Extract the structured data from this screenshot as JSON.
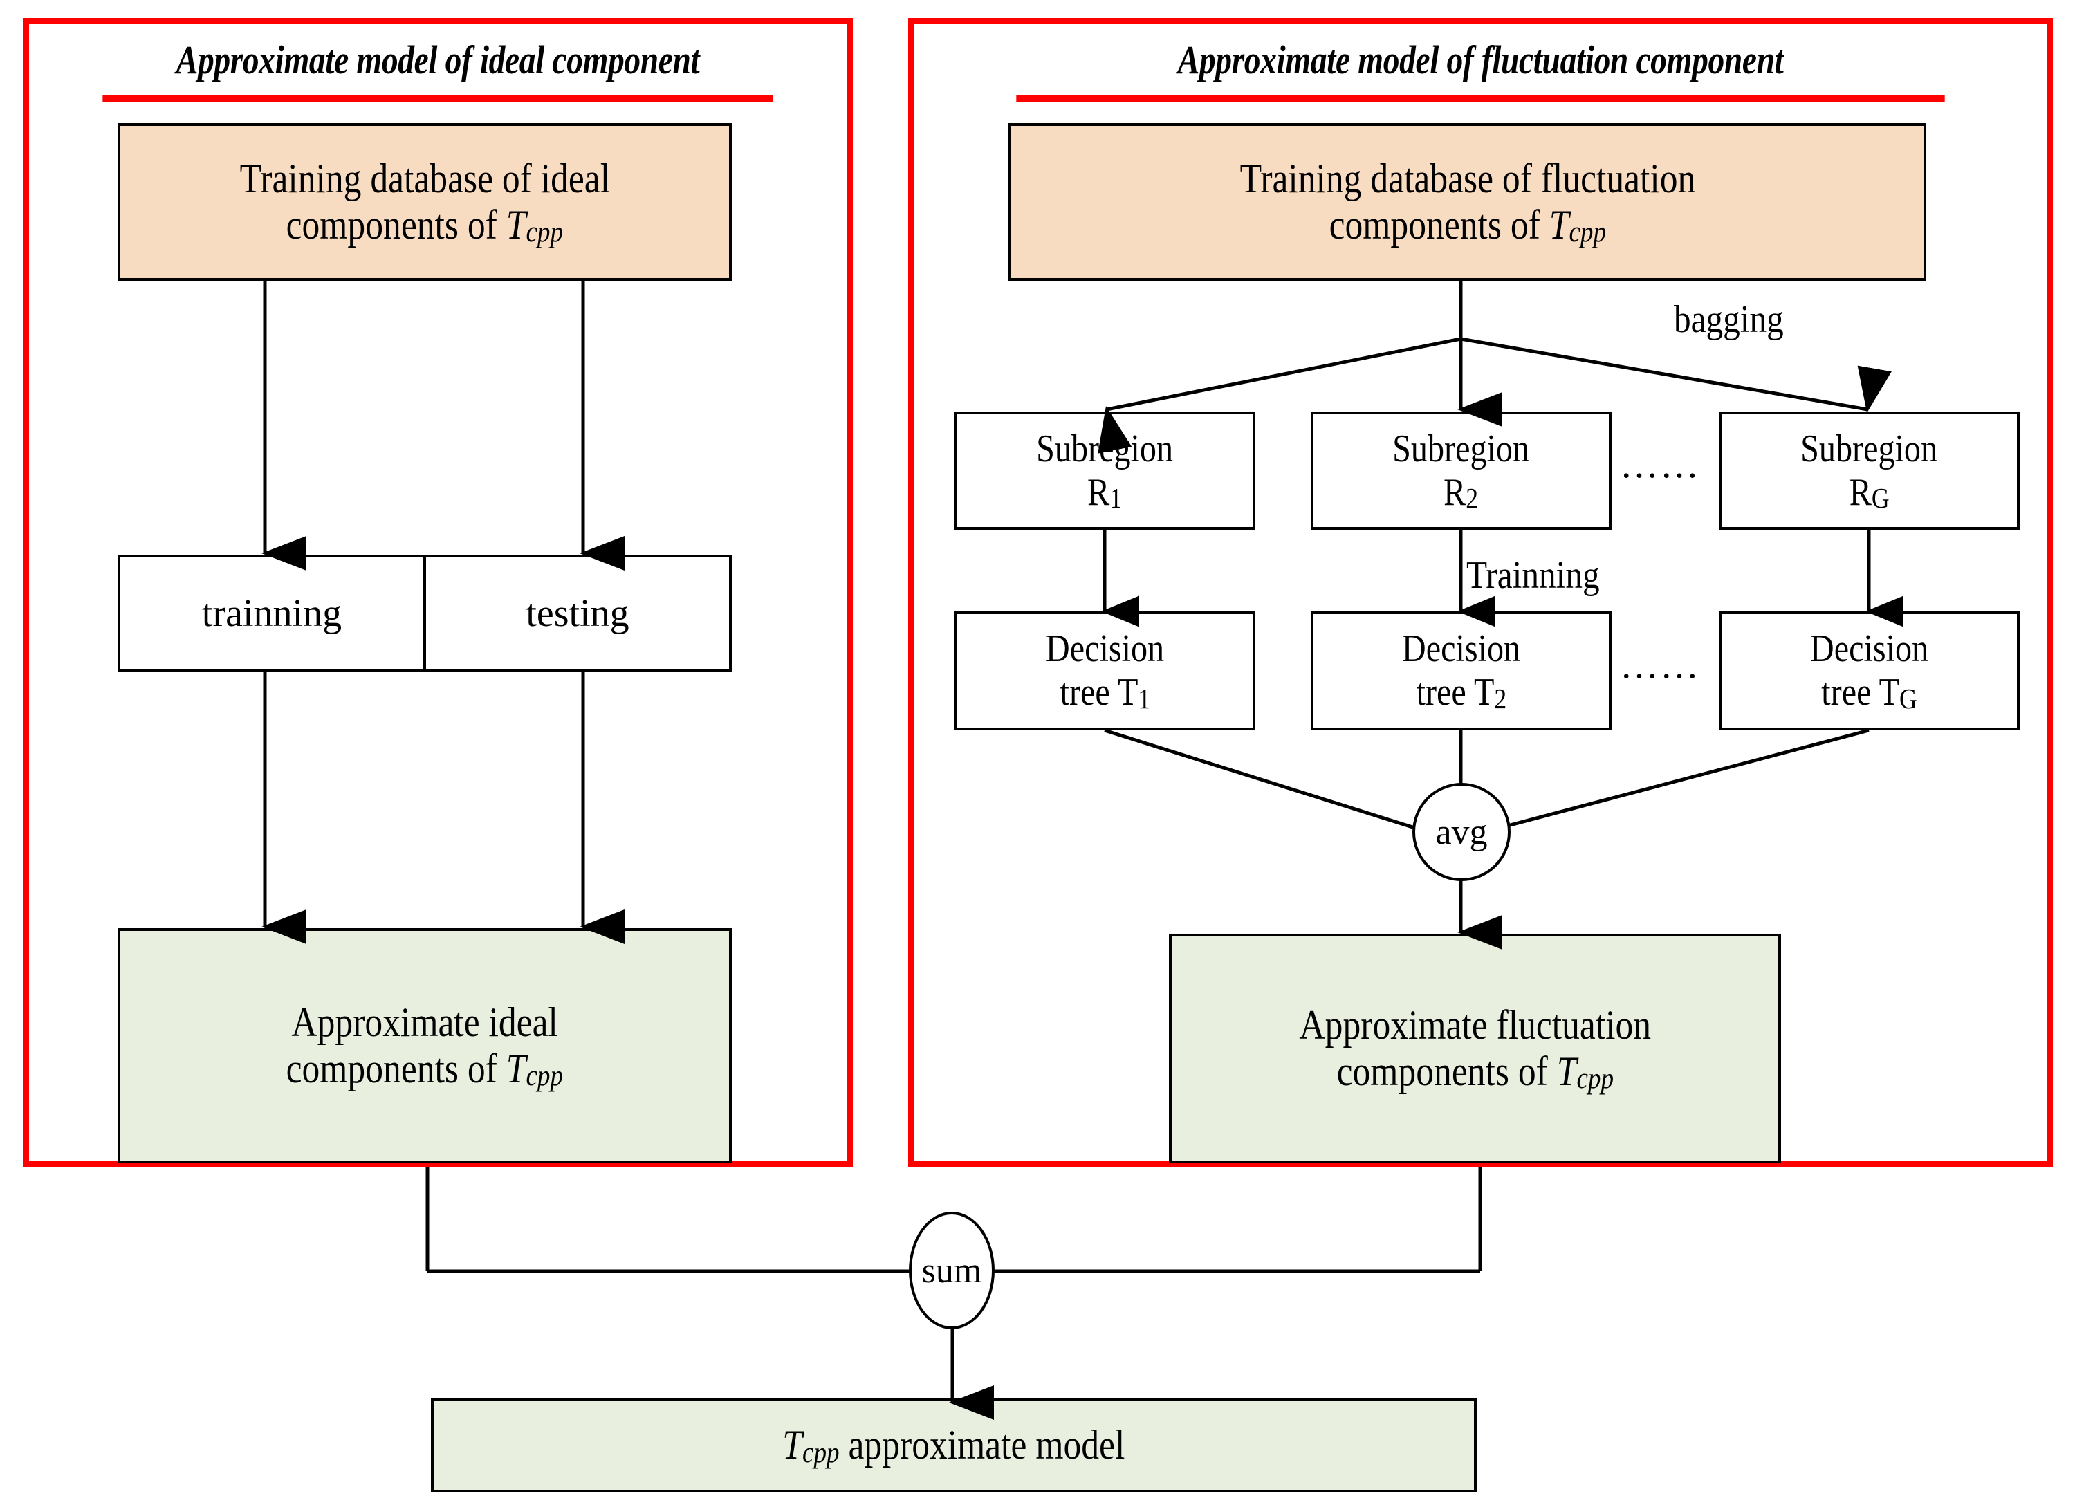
{
  "figure": {
    "kind": "flowchart",
    "background": "#ffffff",
    "accent_red": "#FF0000",
    "fill_peach": "#F8DCC2",
    "fill_green": "#E8EFDF",
    "stroke_black": "#000000"
  },
  "left_panel": {
    "title": "Approximate  model of ideal component",
    "training_db": {
      "line1": "Training database of ideal",
      "line2_prefix": "components of ",
      "symbol_main": "T",
      "symbol_sub": "cpp"
    },
    "split_box": {
      "left_label": "trainning",
      "right_label": "testing"
    },
    "output_box": {
      "line1": "Approximate ideal",
      "line2_prefix": "components of ",
      "symbol_main": "T",
      "symbol_sub": "cpp"
    }
  },
  "right_panel": {
    "title": "Approximate  model of fluctuation component",
    "training_db": {
      "line1": "Training database of fluctuation",
      "line2_prefix": "components of ",
      "symbol_main": "T",
      "symbol_sub": "cpp"
    },
    "bagging_label": "bagging",
    "training_label": "Trainning",
    "subregions": [
      {
        "line1": "Subregion",
        "name": "R",
        "index": "1"
      },
      {
        "line1": "Subregion",
        "name": "R",
        "index": "2"
      },
      {
        "line1": "Subregion",
        "name": "R",
        "index": "G"
      }
    ],
    "subregion_ellipsis": "……",
    "trees": [
      {
        "line1": "Decision",
        "line2_prefix": "tree T",
        "index": "1"
      },
      {
        "line1": "Decision",
        "line2_prefix": "tree T",
        "index": "2"
      },
      {
        "line1": "Decision",
        "line2_prefix": "tree T",
        "index": "G"
      }
    ],
    "tree_ellipsis": "……",
    "avg_node": "avg",
    "output_box": {
      "line1": "Approximate fluctuation",
      "line2_prefix": "components of ",
      "symbol_main": "T",
      "symbol_sub": "cpp"
    }
  },
  "bottom": {
    "sum_node": "sum",
    "final_box": {
      "symbol_main": "T",
      "symbol_sub": "cpp",
      "text": " approximate model"
    }
  }
}
